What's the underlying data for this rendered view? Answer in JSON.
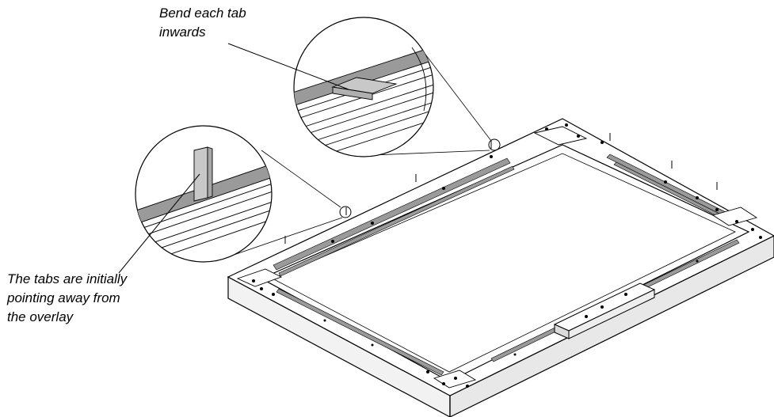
{
  "annotations": {
    "bend": {
      "lines": [
        "Bend each tab",
        "inwards"
      ]
    },
    "initial": {
      "lines": [
        "The tabs are initially",
        "pointing away from",
        "the overlay"
      ]
    }
  },
  "colors": {
    "stroke": "#000000",
    "face": "#ffffff",
    "tab_fill": "#c8c8c8",
    "channel_fill": "#9a9a9a",
    "side_fill": "#f0f0f0"
  }
}
